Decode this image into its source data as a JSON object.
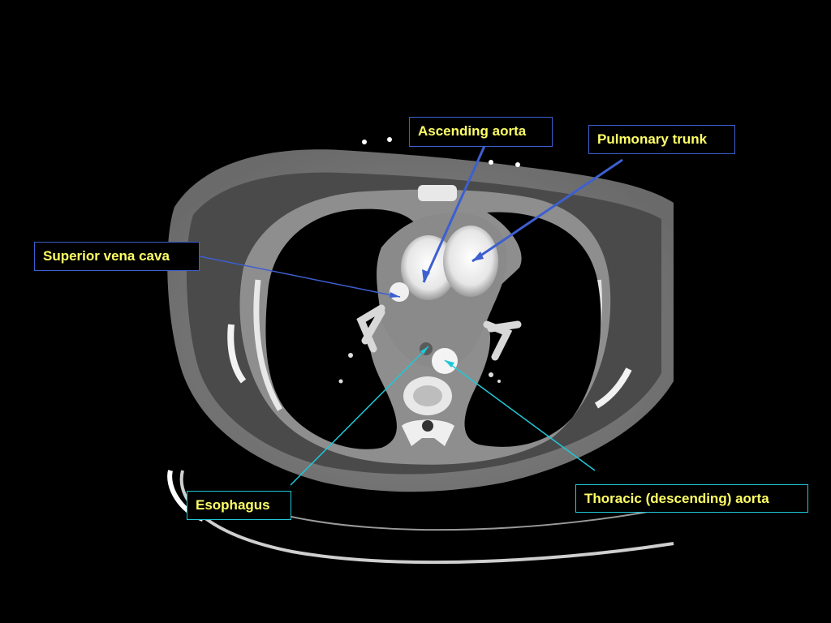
{
  "labels": {
    "ascending_aorta": "Ascending aorta",
    "pulmonary_trunk": "Pulmonary trunk",
    "superior_vena_cava": "Superior vena cava",
    "esophagus": "Esophagus",
    "thoracic_aorta": "Thoracic (descending) aorta"
  },
  "colors": {
    "label_text": "#ffff66",
    "blue_pointer": "#3d5fd0",
    "cyan_pointer": "#20c8d8"
  }
}
